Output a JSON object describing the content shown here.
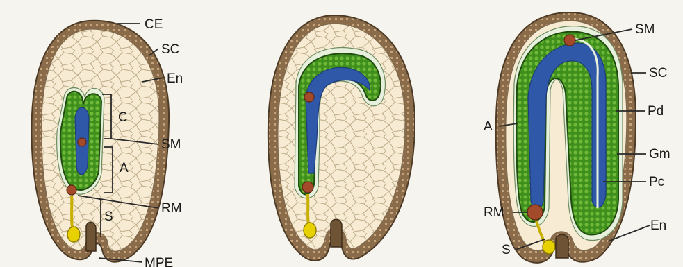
{
  "labels": {
    "ce": "CE",
    "sc_left": "SC",
    "en_left": "En",
    "c": "C",
    "sm_left": "SM",
    "a_left": "A",
    "rm_left": "RM",
    "s_left": "S",
    "mpe": "MPE",
    "sm_right": "SM",
    "sc_right": "SC",
    "pd": "Pd",
    "a_right": "A",
    "gm": "Gm",
    "pc": "Pc",
    "rm_right": "RM",
    "en_right": "En",
    "s_right": "S"
  },
  "colors": {
    "seed_coat": "#8a6b4a",
    "endosperm": "#f7ecd3",
    "embryo_green": "#3f8f1c",
    "vascular_blue": "#2f58a8",
    "meristem": "#a34a2a",
    "suspensor": "#e8d100"
  }
}
